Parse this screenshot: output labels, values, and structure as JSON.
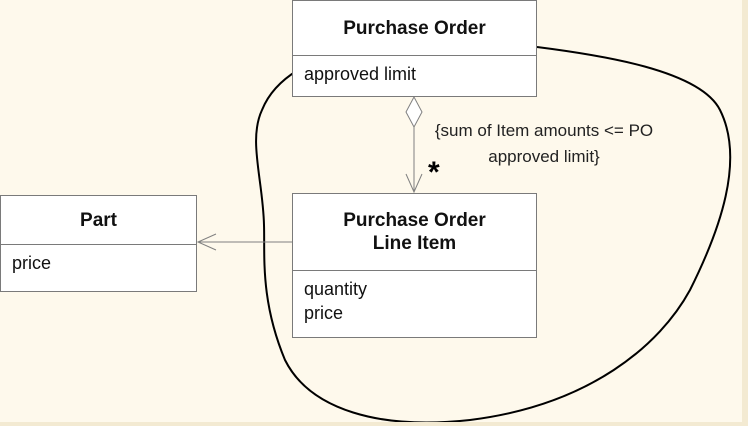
{
  "classes": {
    "purchase_order": {
      "name": "Purchase Order",
      "attributes": [
        "approved limit"
      ]
    },
    "line_item": {
      "name_line1": "Purchase Order",
      "name_line2": "Line Item",
      "attributes": [
        "quantity",
        "price"
      ]
    },
    "part": {
      "name": "Part",
      "attributes": [
        "price"
      ]
    }
  },
  "constraint": {
    "line1": "{sum of Item amounts <= PO",
    "line2": "approved limit}"
  },
  "multiplicity": "*",
  "colors": {
    "background": "#fef9ec",
    "box_border": "#7a7a7a",
    "connector": "#808080",
    "boundary_curve": "#000000"
  }
}
